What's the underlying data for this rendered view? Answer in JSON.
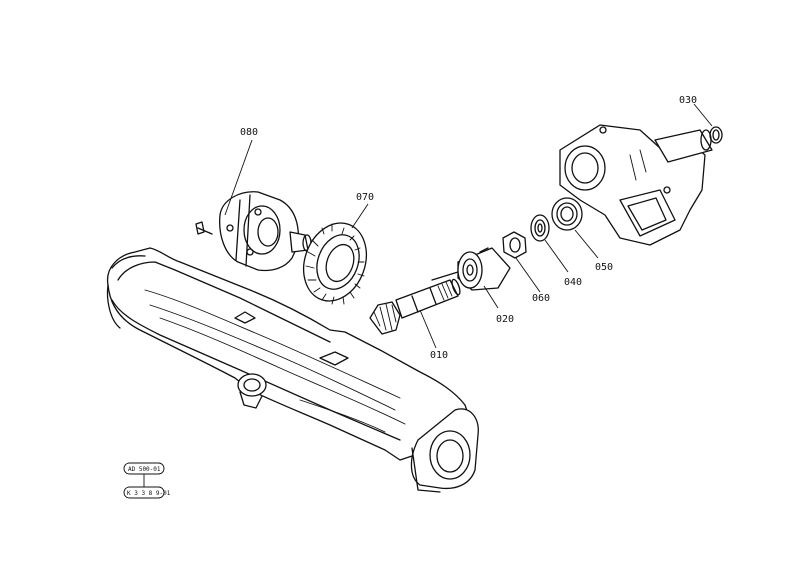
{
  "callouts": [
    {
      "id": "080",
      "label": "080"
    },
    {
      "id": "070",
      "label": "070"
    },
    {
      "id": "030",
      "label": "030"
    },
    {
      "id": "020",
      "label": "020"
    },
    {
      "id": "060",
      "label": "060"
    },
    {
      "id": "040",
      "label": "040"
    },
    {
      "id": "050",
      "label": "050"
    },
    {
      "id": "010",
      "label": "010"
    }
  ],
  "references": {
    "top": "AD 500-01",
    "bottom": "K 3 3 8 9-01"
  }
}
